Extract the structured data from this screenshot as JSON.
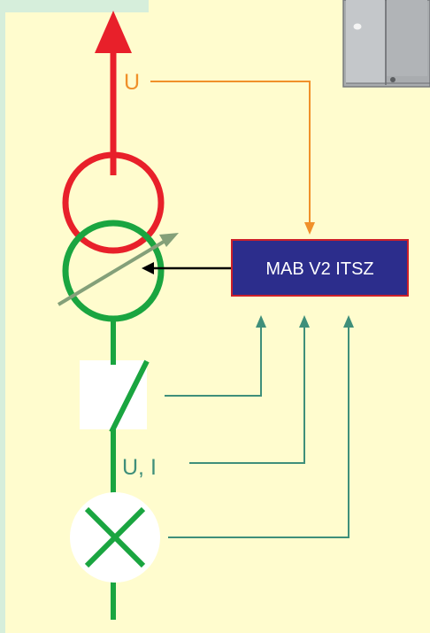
{
  "diagram": {
    "labels": {
      "upper_voltage": "U",
      "lower_measure": "U, I",
      "controller": "MAB V2 ITSZ"
    },
    "colors": {
      "background": "#fffcce",
      "side_strip": "#d6eedb",
      "high_voltage_line": "#e8202a",
      "low_voltage_line": "#1aa540",
      "voltage_feedback": "#f0902a",
      "control_signal": "#3f8f7a",
      "controller_fill": "#2c2d8c",
      "controller_border": "#cc1f2a",
      "adjust_arrow": "#84a079",
      "command_arrow": "#000000"
    },
    "icons": [
      "transformer-primary-winding-icon",
      "transformer-secondary-winding-icon",
      "tap-changer-arrow-icon",
      "breaker-switch-icon",
      "load-cross-icon",
      "metal-panel-photo"
    ]
  }
}
